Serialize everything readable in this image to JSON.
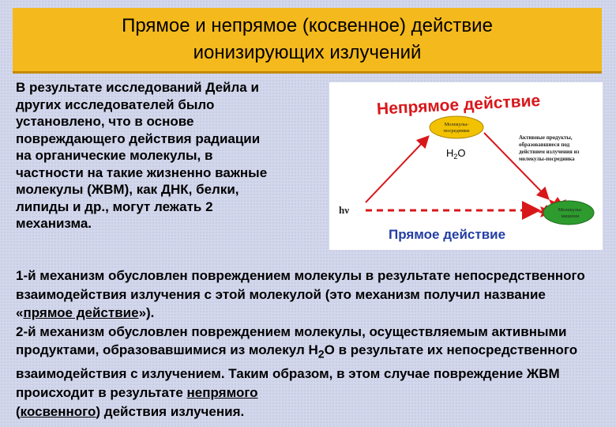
{
  "title": "Прямое и непрямое (косвенное) действие\nионизирующих излучений",
  "intro": "В результате исследований Дейла и\nдругих исследователей было\nустановлено, что в основе\nповреждающего действия радиации\nна органические молекулы, в\nчастности на такие жизненно важные\nмолекулы (ЖВМ), как ДНК, белки,\nлипиды и др., могут лежать 2\nмеханизма.",
  "diagram": {
    "indirect_label": "Непрямое действие",
    "direct_label": "Прямое действие",
    "hv": "hν",
    "water": {
      "base": "H",
      "sub": "2",
      "tail": "O"
    },
    "top_node": [
      "Молекулы-",
      "посредники"
    ],
    "bottom_node": [
      "Молекулы-",
      "мишени"
    ],
    "active_products": [
      "Активные продукты,",
      "образовавшиеся под",
      "действием излучения из",
      "молекулы-посредника"
    ]
  },
  "para1": {
    "before": "1-й механизм обусловлен повреждением молекулы в результате непосредственного взаимодействия излучения с этой молекулой (это механизм получил название «",
    "underlined": "прямое действие",
    "after": "»)."
  },
  "para2": {
    "before": "2-й механизм обусловлен повреждением молекулы, осуществляемым активными продуктами, образовавшимися из молекул H",
    "sub": "2",
    "middle": "O в результате их непосредственного взаимодействия с излучением. Таким образом, в этом случае повреждение ЖВМ происходит в результате ",
    "underlined1": "непрямого",
    "between": "\n(",
    "underlined2": "косвенного",
    "after": ") действия излучения."
  },
  "colors": {
    "title_bar": "#f4b91c",
    "arrow_red": "#d8171b",
    "direct_blue": "#233ea3",
    "node_yellow": "#f2c200",
    "node_green": "#2e9b2e"
  }
}
